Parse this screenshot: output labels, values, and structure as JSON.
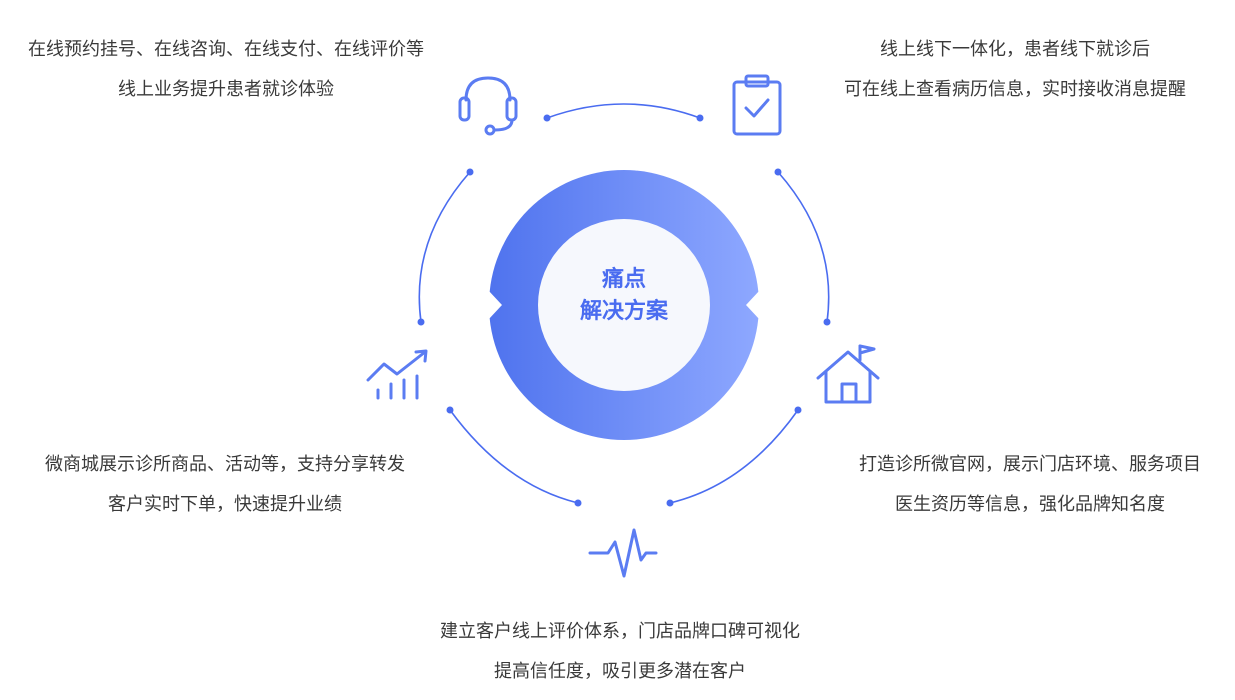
{
  "center": {
    "line1": "痛点",
    "line2": "解决方案"
  },
  "nodes": [
    {
      "id": "top-left",
      "icon": "headset-icon",
      "lines": [
        "在线预约挂号、在线咨询、在线支付、在线评价等",
        "线上业务提升患者就诊体验"
      ]
    },
    {
      "id": "top-right",
      "icon": "clipboard-check-icon",
      "lines": [
        "线上线下一体化，患者线下就诊后",
        "可在线上查看病历信息，实时接收消息提醒"
      ]
    },
    {
      "id": "middle-left",
      "icon": "growth-chart-icon",
      "lines": [
        "微商城展示诊所商品、活动等，支持分享转发",
        "客户实时下单，快速提升业绩"
      ]
    },
    {
      "id": "middle-right",
      "icon": "house-flag-icon",
      "lines": [
        "打造诊所微官网，展示门店环境、服务项目",
        "医生资历等信息，强化品牌知名度"
      ]
    },
    {
      "id": "bottom",
      "icon": "pulse-wave-icon",
      "lines": [
        "建立客户线上评价体系，门店品牌口碑可视化",
        "提高信任度，吸引更多潜在客户"
      ]
    }
  ],
  "colors": {
    "accent": "#4a6cf0",
    "ring_start": "#4f73ee",
    "ring_end": "#8ea8ff",
    "icon": "#5b7cf2",
    "connector": "#4a6cf0",
    "inner_fill": "#f6f8fd",
    "text": "#3a3a3a"
  }
}
